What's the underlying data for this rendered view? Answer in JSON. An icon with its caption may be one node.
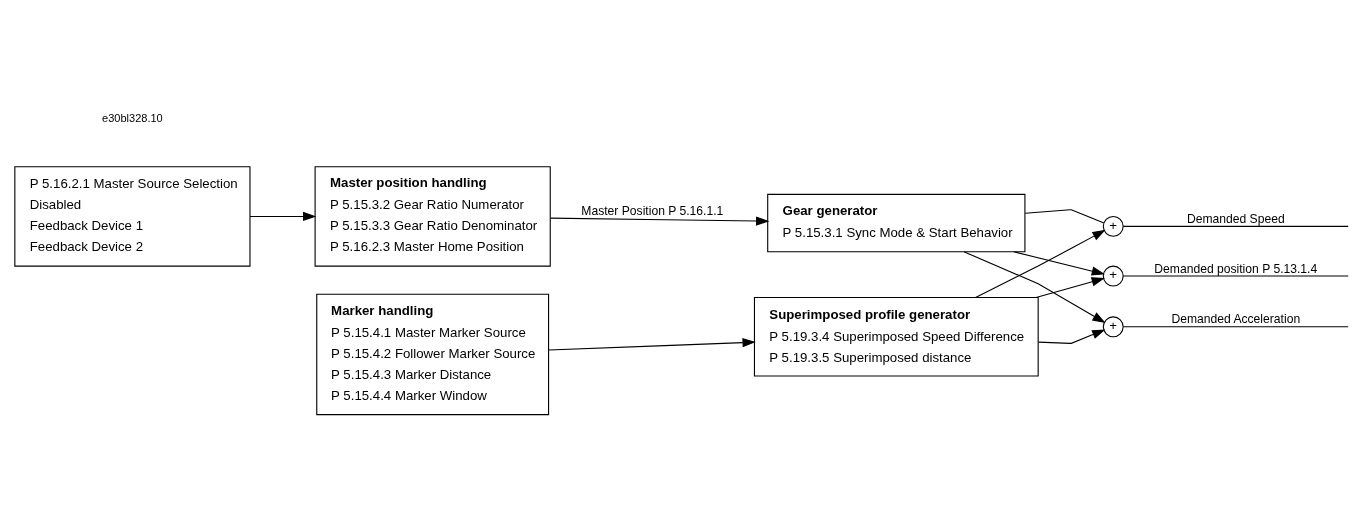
{
  "diagram": {
    "nodes": [
      {
        "text": [
          "P 5.16.2.1 Master Source Selection",
          "Disabled",
          "Feedback Device 1",
          "Feedback Device 2"
        ]
      },
      {
        "text": [
          "Master position handling",
          "P 5.15.3.2 Gear Ratio Numerator",
          "P 5.15.3.3 Gear Ratio Denominator",
          "P 5.16.2.3 Master Home Position"
        ]
      },
      {
        "text": [
          "Marker handling",
          "P 5.15.4.1 Master Marker Source",
          "P 5.15.4.2 Follower Marker Source",
          "P 5.15.4.3 Marker Distance",
          "P 5.15.4.4 Marker Window"
        ]
      },
      {
        "text": [
          "Superimposed profile generator",
          "P 5.19.3.4 Superimposed Speed Difference",
          "P 5.19.3.5 Superimposed distance"
        ]
      },
      {
        "text": [
          "Gear generator",
          "P 5.15.3.1 Sync Mode & Start Behavior"
        ]
      },
      {
        "text": [
          "+"
        ]
      },
      {
        "text": [
          "+"
        ]
      },
      {
        "text": [
          "+"
        ]
      }
    ],
    "edges": [
      {
        "from": 0,
        "to": 1,
        "arrow": "to"
      },
      {
        "from": 2,
        "to": 3,
        "arrow": "to"
      },
      {
        "from": 1,
        "to": 4,
        "arrow": "to",
        "label": "Master Position P 5.16.1.1"
      },
      {
        "from": 3,
        "to": 5,
        "arrow": "to"
      },
      {
        "from": 3,
        "to": 6,
        "arrow": "to"
      },
      {
        "from": 3,
        "to": 7,
        "arrow": "to"
      },
      {
        "from": 4,
        "to": 5,
        "arrow": "to"
      },
      {
        "from": 4,
        "to": 6,
        "arrow": "none"
      },
      {
        "from": 4,
        "to": 7,
        "arrow": "to"
      },
      {
        "from": 5,
        "to": null,
        "arrow": "none",
        "label": "Demanded position P 5.13.1.4"
      },
      {
        "from": 6,
        "to": null,
        "arrow": "none",
        "label": "Demanded Speed"
      },
      {
        "from": 7,
        "to": null,
        "arrow": "none",
        "label": "Demanded Acceleration"
      }
    ],
    "labels": [
      "e30bl328.10"
    ]
  }
}
